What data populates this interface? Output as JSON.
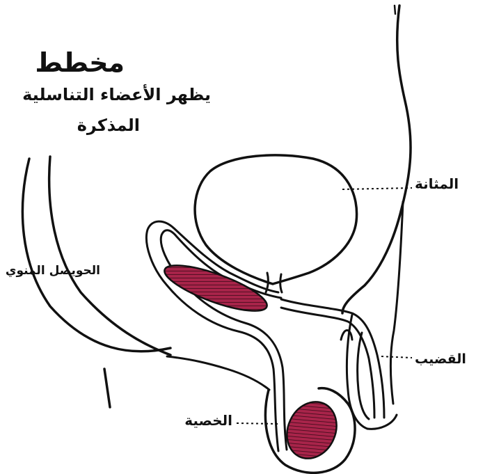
{
  "title": {
    "main": "مخطط",
    "line2": "يظهر الأعضاء التناسلية",
    "line3": "المذكرة"
  },
  "labels": {
    "bladder": "المثانة",
    "seminal_vesicle": "الحويصل المنوي",
    "penis": "القضيب",
    "testis": "الخصية"
  },
  "colors": {
    "organ_fill": "#a8244a",
    "hatch": "#3a0a18",
    "ink": "#111111",
    "background": "#ffffff"
  }
}
